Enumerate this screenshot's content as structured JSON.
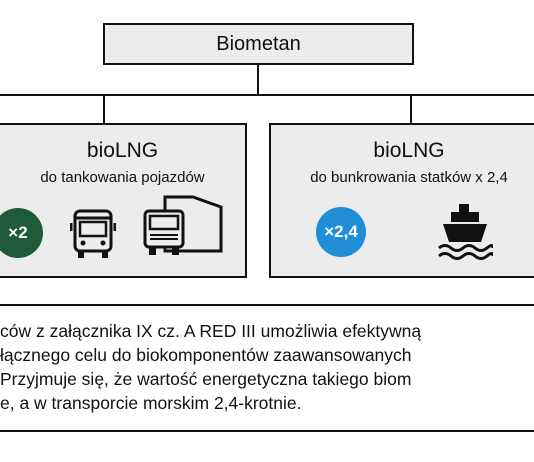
{
  "root": {
    "label": "Biometan"
  },
  "cards": [
    {
      "title": "bioLNG",
      "subtitle": "do tankowania pojazdów",
      "multiplier": "×2",
      "icons": [
        "bus-icon",
        "truck-icon"
      ],
      "accent": "#1f5a3b"
    },
    {
      "title": "bioLNG",
      "subtitle": "do bunkrowania statków x 2,4",
      "multiplier": "×2,4",
      "icons": [
        "ship-icon"
      ],
      "accent": "#1f8ed6"
    }
  ],
  "text": {
    "lines": [
      "ców z załącznika IX cz. A RED III umożliwia efektywną",
      "łącznego celu do biokomponentów zaawansowanych",
      "Przyjmuje się, że wartość energetyczna takiego biom",
      "e, a w transporcie morskim 2,4-krotnie."
    ]
  }
}
